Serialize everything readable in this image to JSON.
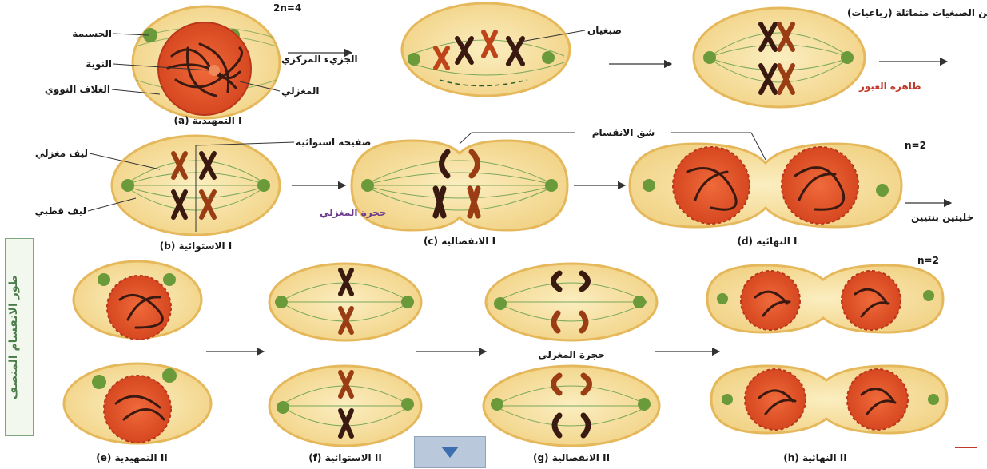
{
  "labels": {
    "ploidy_2n4": "2n=4",
    "ploidy_n2_a": "n=2",
    "ploidy_n2_b": "n=2",
    "centrosome": "الجسيمة",
    "nucleolus": "النوية",
    "nuclear_envelope": "الغلاف النووي",
    "centromere": "الجزيء المركزي",
    "spindle": "المغزلي",
    "chromatids": "صبغيان",
    "tetrad": "زوجين من الصبغيات متماثلة (رباعيات)",
    "chiasma": "ظاهرة العبور",
    "spindle_fiber": "ليف مغزلي",
    "equatorial_plate": "صفيحة استوائية",
    "polar_fiber": "ليف قطبي",
    "cleavage_furrow": "شق الانقسام",
    "spindle_remnant_1": "حجرة المغزلي",
    "two_cells": "خليتين بنتيين",
    "spindle_remnant_2": "حجرة المغزلي"
  },
  "captions": {
    "a": "(a) التمهيدية I",
    "b": "(b) الاستوائية I",
    "c": "(c) الانفصالية I",
    "d": "(d) النهائية I",
    "e": "(e) التمهيدية II",
    "f": "(f) الاستوائية II",
    "g": "(g) الانفصالية II",
    "h": "(h) النهائية II"
  },
  "side_panel": "طور الانقسام المنصف",
  "colors": {
    "cell_fill": "#f7e2a4",
    "cell_stroke": "#e6b85c",
    "nucleus": "#e8552a",
    "chromosome_dark": "#3a1a10",
    "chromosome_brown": "#9a3d14",
    "spindle_pole": "#6a9a3a",
    "arrow": "#333333"
  },
  "icons": {
    "scroll_down": "triangle-down-icon"
  }
}
